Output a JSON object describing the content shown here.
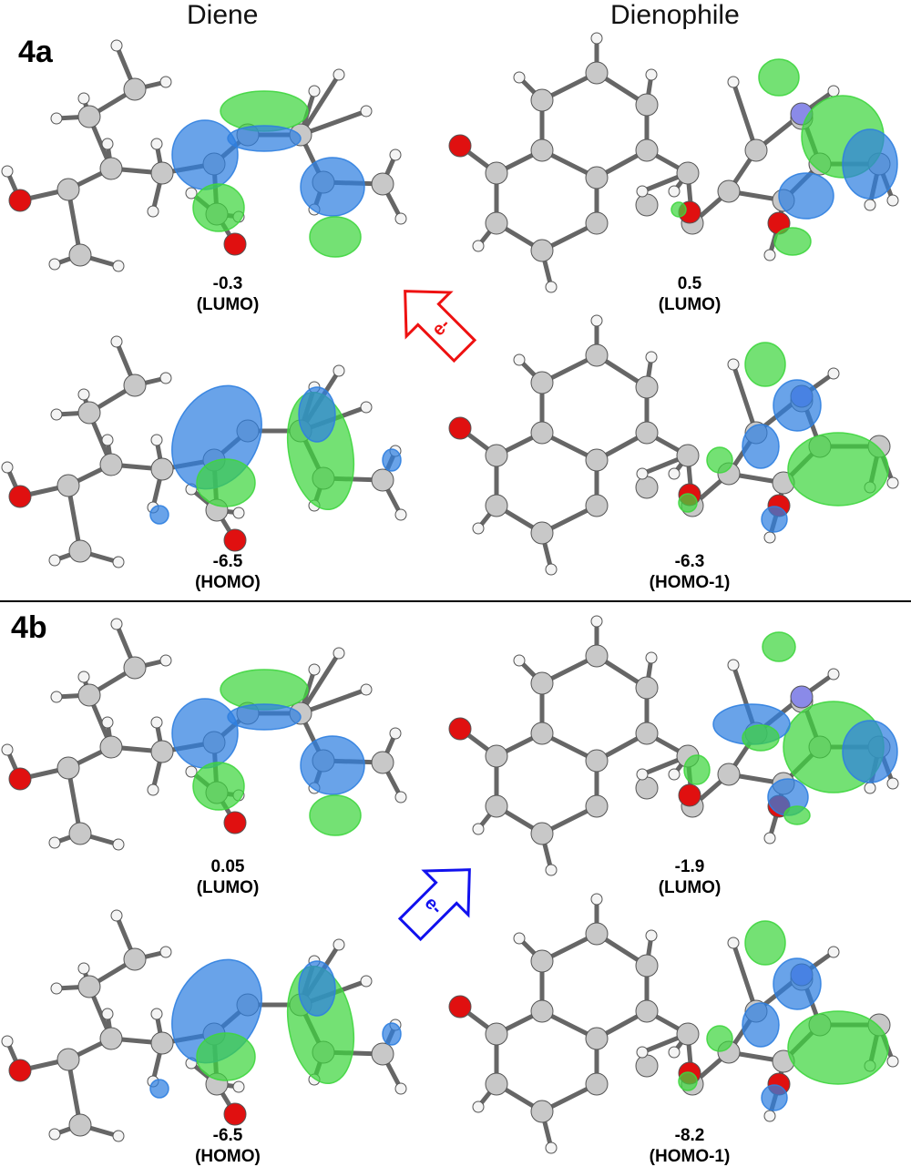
{
  "headers": {
    "diene": "Diene",
    "dienophile": "Dienophile"
  },
  "sections": [
    {
      "label": "4a",
      "diene": {
        "lumo": {
          "energy": "-0.3",
          "orbital": "(LUMO)"
        },
        "homo": {
          "energy": "-6.5",
          "orbital": "(HOMO)"
        }
      },
      "dienophile": {
        "lumo": {
          "energy": "0.5",
          "orbital": "(LUMO)"
        },
        "homo": {
          "energy": "-6.3",
          "orbital": "(HOMO-1)"
        }
      },
      "arrow": {
        "label": "e-",
        "color": "#ee1111",
        "direction": "diene LUMO ← dienophile"
      }
    },
    {
      "label": "4b",
      "diene": {
        "lumo": {
          "energy": "0.05",
          "orbital": "(LUMO)"
        },
        "homo": {
          "energy": "-6.5",
          "orbital": "(HOMO)"
        }
      },
      "dienophile": {
        "lumo": {
          "energy": "-1.9",
          "orbital": "(LUMO)"
        },
        "homo": {
          "energy": "-8.2",
          "orbital": "(HOMO-1)"
        }
      },
      "arrow": {
        "label": "e-",
        "color": "#1111ee",
        "direction": "diene → dienophile LUMO"
      }
    }
  ],
  "colors": {
    "lobe_positive": "#3fd63f",
    "lobe_negative": "#2f7fe0",
    "carbon": "#c8c8c8",
    "oxygen": "#e01010",
    "nitrogen": "#8a8ae8",
    "hydrogen": "#f4f4f4",
    "bond": "#666666"
  }
}
